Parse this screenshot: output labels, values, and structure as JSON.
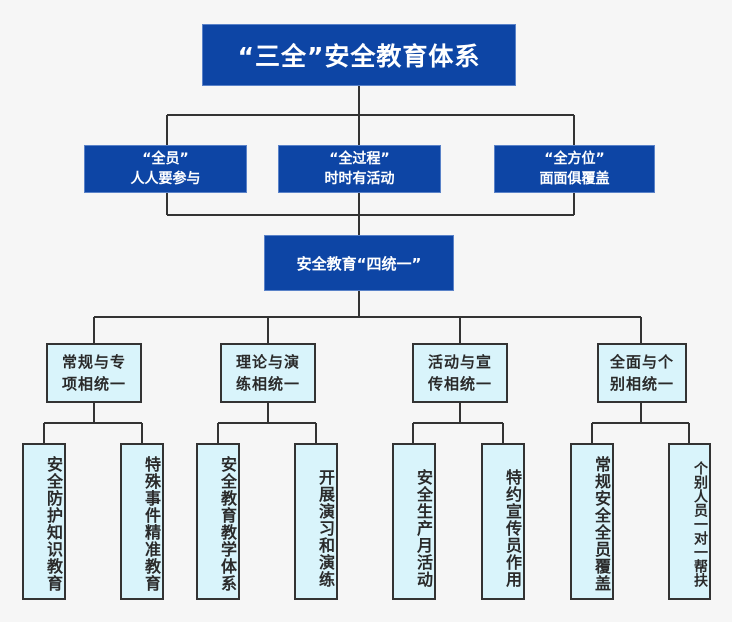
{
  "root": {
    "label": "“三全”安全教育体系",
    "color": "#0d45a5"
  },
  "level1": [
    {
      "title": "“全员”",
      "subtitle": "人人要参与"
    },
    {
      "title": "“全过程”",
      "subtitle": "时时有活动"
    },
    {
      "title": "“全方位”",
      "subtitle": "面面俱覆盖"
    }
  ],
  "level2": {
    "label": "安全教育“四统一”"
  },
  "level3": [
    {
      "label": "常规与专项相统一",
      "children": [
        "安全防护知识教育",
        "特殊事件精准教育"
      ]
    },
    {
      "label": "理论与演练相统一",
      "children": [
        "安全教育教学体系",
        "开展演习和演练"
      ]
    },
    {
      "label": "活动与宣传相统一",
      "children": [
        "安全生产月活动",
        "特约宣传员作用"
      ]
    },
    {
      "label": "全面与个别相统一",
      "children": [
        "常规安全全员覆盖",
        "个别人员一对一帮扶"
      ]
    }
  ],
  "colors": {
    "primary_box": "#0d45a5",
    "secondary_box": "#d9f4fb",
    "line": "#333333"
  }
}
